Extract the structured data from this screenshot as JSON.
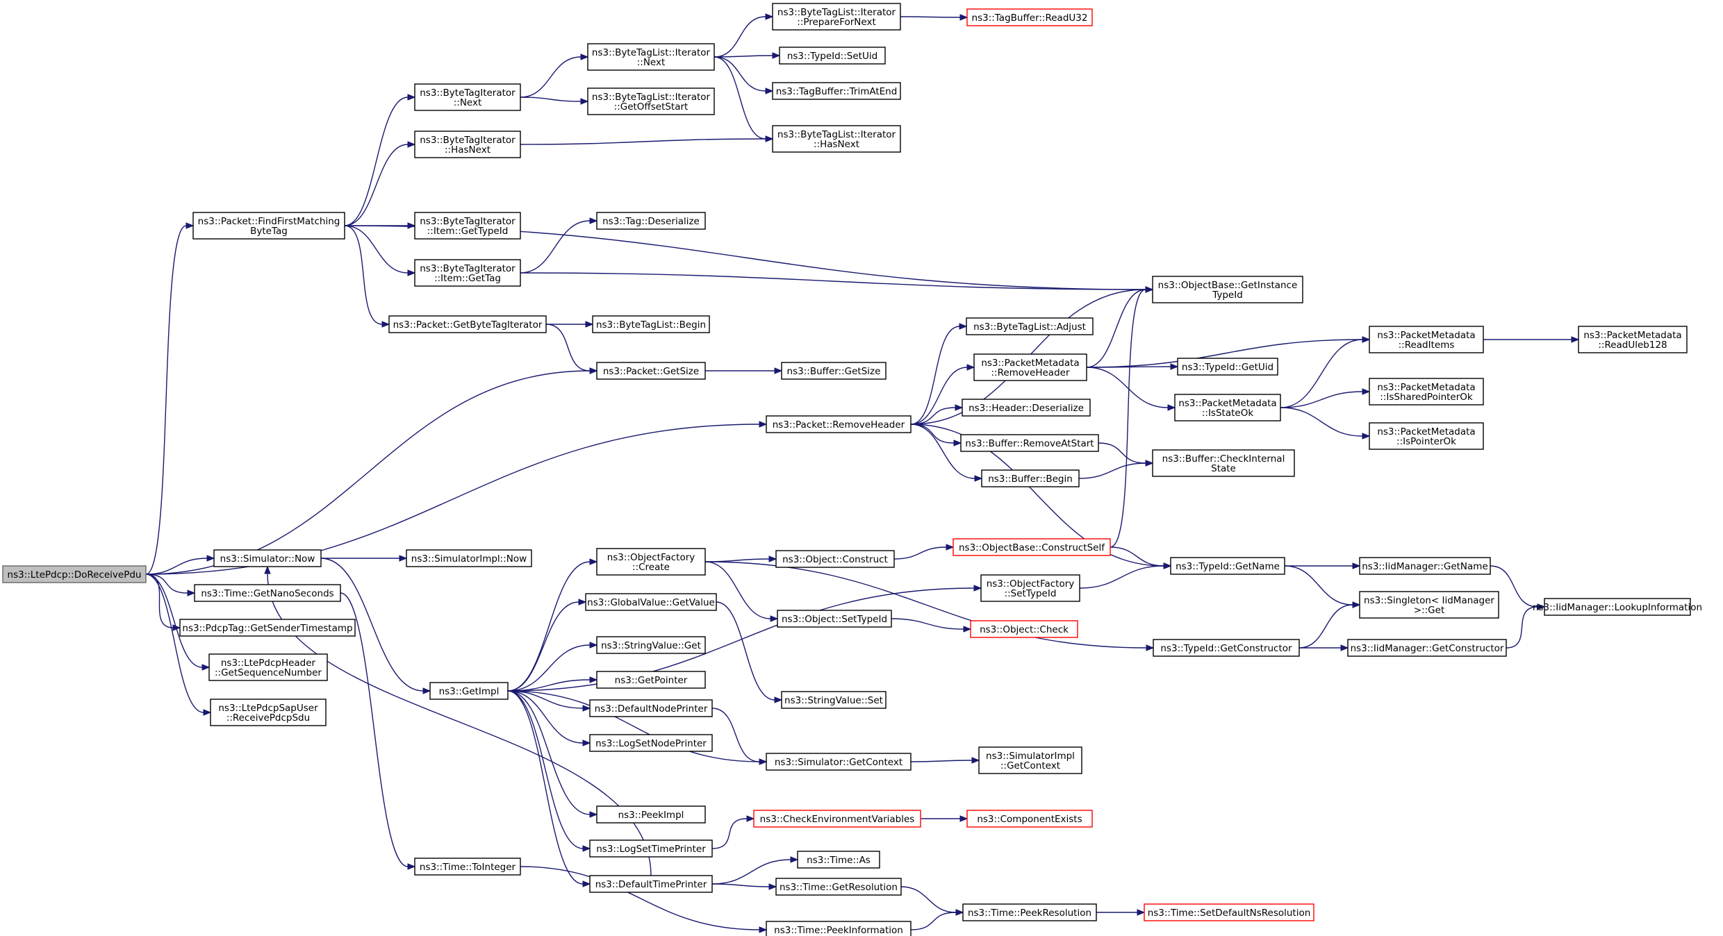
{
  "graph_title": "ns3::LtePdcp::DoReceivePdu call graph",
  "nodes": {
    "n0": {
      "lines": [
        "ns3::LtePdcp::DoReceivePdu"
      ],
      "kind": "root"
    },
    "n1": {
      "lines": [
        "ns3::Packet::FindFirstMatching",
        "ByteTag"
      ]
    },
    "n2": {
      "lines": [
        "ns3::ByteTagIterator",
        "::Next"
      ]
    },
    "n3": {
      "lines": [
        "ns3::ByteTagList::Iterator",
        "::Next"
      ]
    },
    "n4": {
      "lines": [
        "ns3::ByteTagList::Iterator",
        "::PrepareForNext"
      ]
    },
    "n5": {
      "lines": [
        "ns3::TagBuffer::ReadU32"
      ],
      "kind": "trunc"
    },
    "n6": {
      "lines": [
        "ns3::TypeId::SetUid"
      ]
    },
    "n7": {
      "lines": [
        "ns3::TagBuffer::TrimAtEnd"
      ]
    },
    "n8": {
      "lines": [
        "ns3::ByteTagList::Iterator",
        "::HasNext"
      ]
    },
    "n9": {
      "lines": [
        "ns3::ByteTagList::Iterator",
        "::GetOffsetStart"
      ]
    },
    "n10": {
      "lines": [
        "ns3::ByteTagIterator",
        "::HasNext"
      ]
    },
    "n11": {
      "lines": [
        "ns3::ObjectBase::GetInstance",
        "TypeId"
      ]
    },
    "n12": {
      "lines": [
        "ns3::ByteTagIterator",
        "::Item::GetTypeId"
      ]
    },
    "n13": {
      "lines": [
        "ns3::ByteTagIterator",
        "::Item::GetTag"
      ]
    },
    "n14": {
      "lines": [
        "ns3::Tag::Deserialize"
      ]
    },
    "n15": {
      "lines": [
        "ns3::Packet::GetByteTagIterator"
      ]
    },
    "n16": {
      "lines": [
        "ns3::ByteTagList::Begin"
      ]
    },
    "n17": {
      "lines": [
        "ns3::Packet::GetSize"
      ]
    },
    "n18": {
      "lines": [
        "ns3::Buffer::GetSize"
      ]
    },
    "n19": {
      "lines": [
        "ns3::Packet::RemoveHeader"
      ]
    },
    "n20": {
      "lines": [
        "ns3::ByteTagList::Adjust"
      ]
    },
    "n21": {
      "lines": [
        "ns3::PacketMetadata",
        "::RemoveHeader"
      ]
    },
    "n22": {
      "lines": [
        "ns3::PacketMetadata",
        "::ReadItems"
      ]
    },
    "n23": {
      "lines": [
        "ns3::PacketMetadata",
        "::ReadUleb128"
      ]
    },
    "n24": {
      "lines": [
        "ns3::TypeId::GetUid"
      ]
    },
    "n25": {
      "lines": [
        "ns3::PacketMetadata",
        "::IsStateOk"
      ]
    },
    "n26": {
      "lines": [
        "ns3::PacketMetadata",
        "::IsSharedPointerOk"
      ]
    },
    "n27": {
      "lines": [
        "ns3::PacketMetadata",
        "::IsPointerOk"
      ]
    },
    "n28": {
      "lines": [
        "ns3::Header::Deserialize"
      ]
    },
    "n29": {
      "lines": [
        "ns3::Buffer::RemoveAtStart"
      ]
    },
    "n30": {
      "lines": [
        "ns3::Buffer::CheckInternal",
        "State"
      ]
    },
    "n31": {
      "lines": [
        "ns3::Buffer::Begin"
      ]
    },
    "n32": {
      "lines": [
        "ns3::TypeId::GetName"
      ]
    },
    "n33": {
      "lines": [
        "ns3::Simulator::Now"
      ]
    },
    "n34": {
      "lines": [
        "ns3::SimulatorImpl::Now"
      ]
    },
    "n35": {
      "lines": [
        "ns3::Time::GetNanoSeconds"
      ]
    },
    "n36": {
      "lines": [
        "ns3::PdcpTag::GetSenderTimestamp"
      ]
    },
    "n37": {
      "lines": [
        "ns3::LtePdcpHeader",
        "::GetSequenceNumber"
      ]
    },
    "n38": {
      "lines": [
        "ns3::LtePdcpSapUser",
        "::ReceivePdcpSdu"
      ]
    },
    "n39": {
      "lines": [
        "ns3::GetImpl"
      ]
    },
    "n40": {
      "lines": [
        "ns3::ObjectFactory",
        "::Create"
      ]
    },
    "n41": {
      "lines": [
        "ns3::Object::Construct"
      ]
    },
    "n42": {
      "lines": [
        "ns3::ObjectBase::ConstructSelf"
      ],
      "kind": "trunc"
    },
    "n43": {
      "lines": [
        "ns3::ObjectFactory",
        "::SetTypeId"
      ]
    },
    "n44": {
      "lines": [
        "ns3::IidManager::GetName"
      ]
    },
    "n45": {
      "lines": [
        "ns3::IidManager::LookupInformation"
      ]
    },
    "n46": {
      "lines": [
        "ns3::Singleton< IidManager",
        " >::Get"
      ]
    },
    "n47": {
      "lines": [
        "ns3::GlobalValue::GetValue"
      ]
    },
    "n48": {
      "lines": [
        "ns3::Object::SetTypeId"
      ]
    },
    "n49": {
      "lines": [
        "ns3::Object::Check"
      ],
      "kind": "trunc"
    },
    "n50": {
      "lines": [
        "ns3::TypeId::GetConstructor"
      ]
    },
    "n51": {
      "lines": [
        "ns3::IidManager::GetConstructor"
      ]
    },
    "n52": {
      "lines": [
        "ns3::StringValue::Get"
      ]
    },
    "n53": {
      "lines": [
        "ns3::GetPointer"
      ]
    },
    "n54": {
      "lines": [
        "ns3::StringValue::Set"
      ]
    },
    "n55": {
      "lines": [
        "ns3::DefaultNodePrinter"
      ]
    },
    "n56": {
      "lines": [
        "ns3::LogSetNodePrinter"
      ]
    },
    "n57": {
      "lines": [
        "ns3::Simulator::GetContext"
      ]
    },
    "n58": {
      "lines": [
        "ns3::SimulatorImpl",
        "::GetContext"
      ]
    },
    "n59": {
      "lines": [
        "ns3::PeekImpl"
      ]
    },
    "n60": {
      "lines": [
        "ns3::CheckEnvironmentVariables"
      ],
      "kind": "trunc"
    },
    "n61": {
      "lines": [
        "ns3::ComponentExists"
      ],
      "kind": "trunc"
    },
    "n62": {
      "lines": [
        "ns3::LogSetTimePrinter"
      ]
    },
    "n63": {
      "lines": [
        "ns3::Time::As"
      ]
    },
    "n64": {
      "lines": [
        "ns3::Time::ToInteger"
      ]
    },
    "n65": {
      "lines": [
        "ns3::DefaultTimePrinter"
      ]
    },
    "n66": {
      "lines": [
        "ns3::Time::GetResolution"
      ]
    },
    "n67": {
      "lines": [
        "ns3::Time::PeekResolution"
      ]
    },
    "n68": {
      "lines": [
        "ns3::Time::SetDefaultNsResolution"
      ],
      "kind": "trunc"
    },
    "n69": {
      "lines": [
        "ns3::Time::PeekInformation"
      ]
    }
  },
  "edges": [
    [
      "n0",
      "n1"
    ],
    [
      "n0",
      "n17"
    ],
    [
      "n0",
      "n19"
    ],
    [
      "n0",
      "n33"
    ],
    [
      "n0",
      "n35"
    ],
    [
      "n0",
      "n36"
    ],
    [
      "n0",
      "n37"
    ],
    [
      "n0",
      "n38"
    ],
    [
      "n1",
      "n2"
    ],
    [
      "n1",
      "n10"
    ],
    [
      "n1",
      "n11"
    ],
    [
      "n1",
      "n12"
    ],
    [
      "n1",
      "n13"
    ],
    [
      "n1",
      "n15"
    ],
    [
      "n2",
      "n3"
    ],
    [
      "n2",
      "n9"
    ],
    [
      "n3",
      "n4"
    ],
    [
      "n3",
      "n6"
    ],
    [
      "n3",
      "n7"
    ],
    [
      "n3",
      "n8"
    ],
    [
      "n4",
      "n5"
    ],
    [
      "n10",
      "n8"
    ],
    [
      "n13",
      "n14"
    ],
    [
      "n13",
      "n11"
    ],
    [
      "n15",
      "n16"
    ],
    [
      "n15",
      "n17"
    ],
    [
      "n17",
      "n18"
    ],
    [
      "n19",
      "n11"
    ],
    [
      "n19",
      "n20"
    ],
    [
      "n19",
      "n21"
    ],
    [
      "n19",
      "n28"
    ],
    [
      "n19",
      "n29"
    ],
    [
      "n19",
      "n31"
    ],
    [
      "n19",
      "n32"
    ],
    [
      "n21",
      "n11"
    ],
    [
      "n21",
      "n22"
    ],
    [
      "n21",
      "n24"
    ],
    [
      "n21",
      "n25"
    ],
    [
      "n22",
      "n23"
    ],
    [
      "n25",
      "n22"
    ],
    [
      "n25",
      "n26"
    ],
    [
      "n25",
      "n27"
    ],
    [
      "n29",
      "n30"
    ],
    [
      "n31",
      "n30"
    ],
    [
      "n32",
      "n44"
    ],
    [
      "n32",
      "n46"
    ],
    [
      "n33",
      "n34"
    ],
    [
      "n33",
      "n39"
    ],
    [
      "n35",
      "n64"
    ],
    [
      "n39",
      "n40"
    ],
    [
      "n39",
      "n43"
    ],
    [
      "n39",
      "n47"
    ],
    [
      "n39",
      "n52"
    ],
    [
      "n39",
      "n53"
    ],
    [
      "n39",
      "n55"
    ],
    [
      "n39",
      "n56"
    ],
    [
      "n39",
      "n57"
    ],
    [
      "n39",
      "n59"
    ],
    [
      "n39",
      "n62"
    ],
    [
      "n39",
      "n65"
    ],
    [
      "n40",
      "n41"
    ],
    [
      "n40",
      "n48"
    ],
    [
      "n40",
      "n50"
    ],
    [
      "n41",
      "n42"
    ],
    [
      "n42",
      "n11"
    ],
    [
      "n42",
      "n32"
    ],
    [
      "n43",
      "n32"
    ],
    [
      "n44",
      "n45"
    ],
    [
      "n47",
      "n54"
    ],
    [
      "n48",
      "n49"
    ],
    [
      "n50",
      "n46"
    ],
    [
      "n50",
      "n51"
    ],
    [
      "n51",
      "n45"
    ],
    [
      "n55",
      "n57"
    ],
    [
      "n57",
      "n58"
    ],
    [
      "n60",
      "n61"
    ],
    [
      "n62",
      "n60"
    ],
    [
      "n64",
      "n69"
    ],
    [
      "n65",
      "n33"
    ],
    [
      "n65",
      "n63"
    ],
    [
      "n65",
      "n66"
    ],
    [
      "n66",
      "n67"
    ],
    [
      "n67",
      "n68"
    ],
    [
      "n69",
      "n67"
    ]
  ]
}
